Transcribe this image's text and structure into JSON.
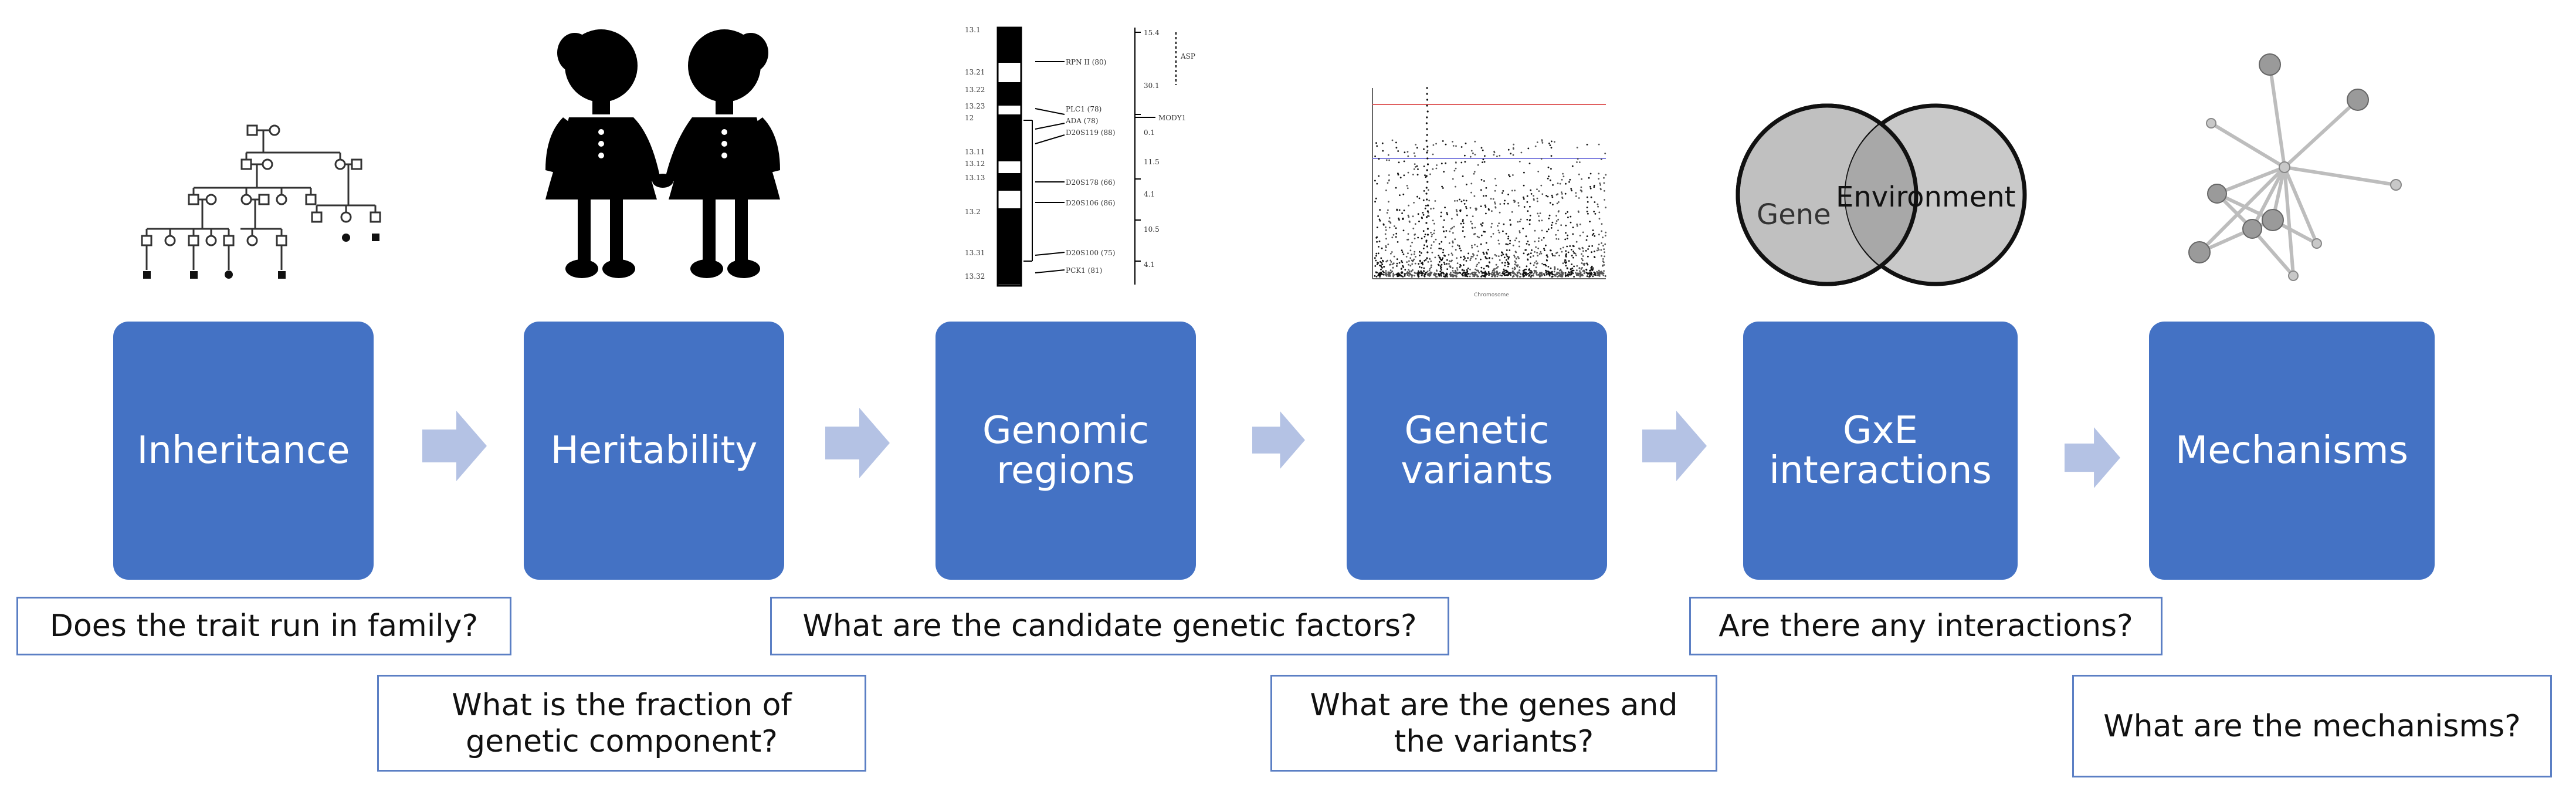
{
  "stages": [
    {
      "label_line1": "Inheritance",
      "label_line2": ""
    },
    {
      "label_line1": "Heritability",
      "label_line2": ""
    },
    {
      "label_line1": "Genomic",
      "label_line2": "regions"
    },
    {
      "label_line1": "Genetic",
      "label_line2": "variants"
    },
    {
      "label_line1": "GxE",
      "label_line2": "interactions"
    },
    {
      "label_line1": "Mechanisms",
      "label_line2": ""
    }
  ],
  "questions": [
    {
      "line1": "Does the trait run in family?",
      "line2": ""
    },
    {
      "line1": "What is the fraction of",
      "line2": "genetic component?"
    },
    {
      "line1": "What are the candidate genetic factors?",
      "line2": ""
    },
    {
      "line1": "What are the genes and",
      "line2": "the variants?"
    },
    {
      "line1": "Are there any interactions?",
      "line2": ""
    },
    {
      "line1": "What are the mechanisms?",
      "line2": ""
    }
  ],
  "venn": {
    "left_label": "Gene",
    "right_label": "Environment"
  },
  "colors": {
    "stage_fill": "#4472c4",
    "arrow_fill": "#b4c2e4",
    "question_border": "#5b7fc4"
  },
  "icons": [
    "pedigree-chart",
    "twins-silhouette",
    "chromosome-ideogram",
    "manhattan-plot",
    "venn-diagram",
    "network-graph"
  ]
}
